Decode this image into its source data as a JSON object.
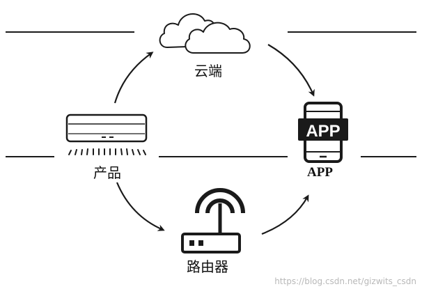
{
  "nodes": {
    "cloud": {
      "label": "云端",
      "icon": "cloud-icon"
    },
    "product": {
      "label": "产品",
      "icon": "air-conditioner-icon"
    },
    "app": {
      "label": "APP",
      "screen_text": "APP",
      "icon": "smartphone-icon"
    },
    "router": {
      "label": "路由器",
      "icon": "wifi-router-icon"
    }
  },
  "watermark": "https://blog.csdn.net/gizwits_csdn",
  "colors": {
    "stroke": "#1a1a1a",
    "background": "#ffffff",
    "watermark": "#b8b8b8"
  }
}
